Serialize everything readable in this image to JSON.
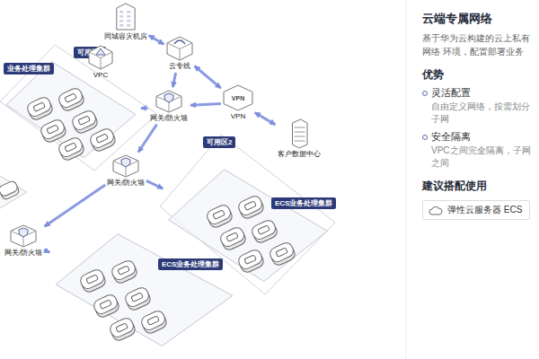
{
  "diagram": {
    "title": "云端专属网络",
    "nodes": [
      {
        "text": [
          "可用区1"
        ]
      },
      {
        "text": [
          "业务处理集群"
        ],
        "in": 0
      },
      {
        "text": [
          "可用区2"
        ]
      },
      {
        "text": [
          "ECS业务处理集群"
        ],
        "in": 2
      },
      {
        "text": [
          "ECS业务处理集群"
        ]
      },
      {
        "text": [
          "网关/防火墙"
        ]
      },
      {
        "text": [
          "网关/防火墙"
        ]
      },
      {
        "text": [
          "网关/防火墙"
        ]
      },
      {
        "text": [
          "同城容灾机房"
        ]
      },
      {
        "text": [
          "VPC"
        ]
      },
      {
        "text": [
          "云专线"
        ]
      },
      {
        "text": [
          "VPN",
          "VPN"
        ]
      },
      {
        "text": [
          "客户数据中心"
        ]
      },
      {
        "text": [
          "弹性云服务器 ECS"
        ]
      }
    ],
    "edges": [
      {
        "from": 8,
        "to": 10,
        "arrow": "both"
      },
      {
        "from": 10,
        "to": 11,
        "arrow": "both"
      },
      {
        "from": 10,
        "to": 5,
        "arrow": "to"
      },
      {
        "from": 11,
        "to": 5,
        "arrow": "to"
      },
      {
        "from": 11,
        "to": 12,
        "arrow": "both"
      },
      {
        "from": 5,
        "to": 1,
        "arrow": "to"
      },
      {
        "from": 5,
        "to": 6,
        "arrow": "to"
      },
      {
        "from": 6,
        "to": 3,
        "arrow": "to"
      },
      {
        "from": 6,
        "to": 7,
        "arrow": "to"
      },
      {
        "from": 7,
        "to": 4,
        "arrow": "to"
      }
    ],
    "labels": [
      "基于华为云构建的云上私有网络 环境，配置部署业务",
      "优势",
      "灵活配置",
      "自由定义网络，按需划分子网",
      "安全隔离",
      "VPC之间完全隔离，子网之间",
      "建议搭配使用"
    ]
  }
}
